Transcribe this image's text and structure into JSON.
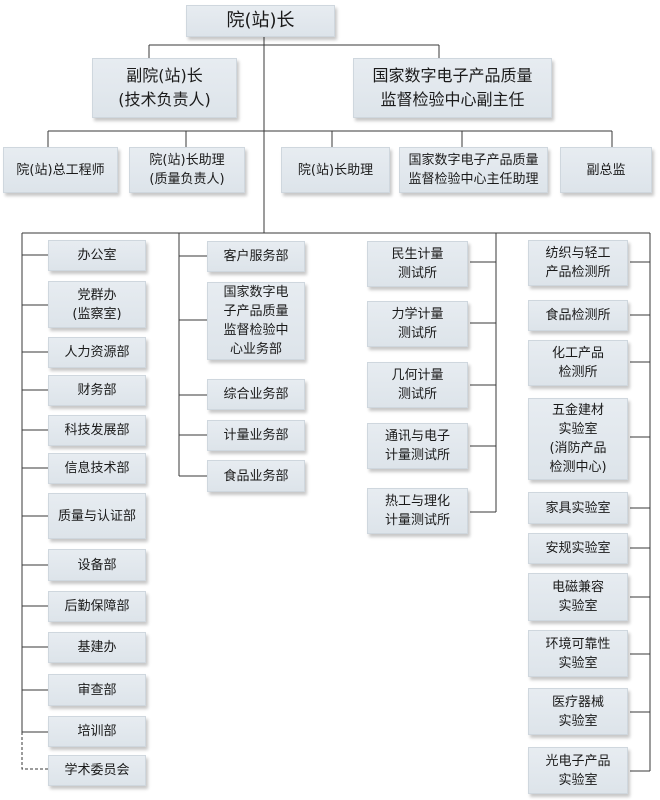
{
  "root": {
    "label": "院(站)长"
  },
  "deputies": {
    "left": "副院(站)长\n(技术负责人)",
    "right": "国家数字电子产品质量\n监督检验中心副主任"
  },
  "level2": {
    "chief_engineer": "院(站)总工程师",
    "assistant_quality": "院(站)长助理\n(质量负责人)",
    "assistant": "院(站)长助理",
    "center_assistant": "国家数字电子产品质量\n监督检验中心主任助理",
    "deputy_director": "副总监"
  },
  "col1": [
    "办公室",
    "党群办\n(监察室)",
    "人力资源部",
    "财务部",
    "科技发展部",
    "信息技术部",
    "质量与认证部",
    "设备部",
    "后勤保障部",
    "基建办",
    "审查部",
    "培训部",
    "学术委员会"
  ],
  "col2": [
    "客户服务部",
    "国家数字电\n子产品质量\n监督检验中\n心业务部",
    "综合业务部",
    "计量业务部",
    "食品业务部"
  ],
  "col3": [
    "民生计量\n测试所",
    "力学计量\n测试所",
    "几何计量\n测试所",
    "通讯与电子\n计量测试所",
    "热工与理化\n计量测试所"
  ],
  "col4": [
    "纺织与轻工\n产品检测所",
    "食品检测所",
    "化工产品\n检测所",
    "五金建材\n实验室\n(消防产品\n检测中心)",
    "家具实验室",
    "安规实验室",
    "电磁兼容\n实验室",
    "环境可靠性\n实验室",
    "医疗器械\n实验室",
    "光电子产品\n实验室"
  ]
}
